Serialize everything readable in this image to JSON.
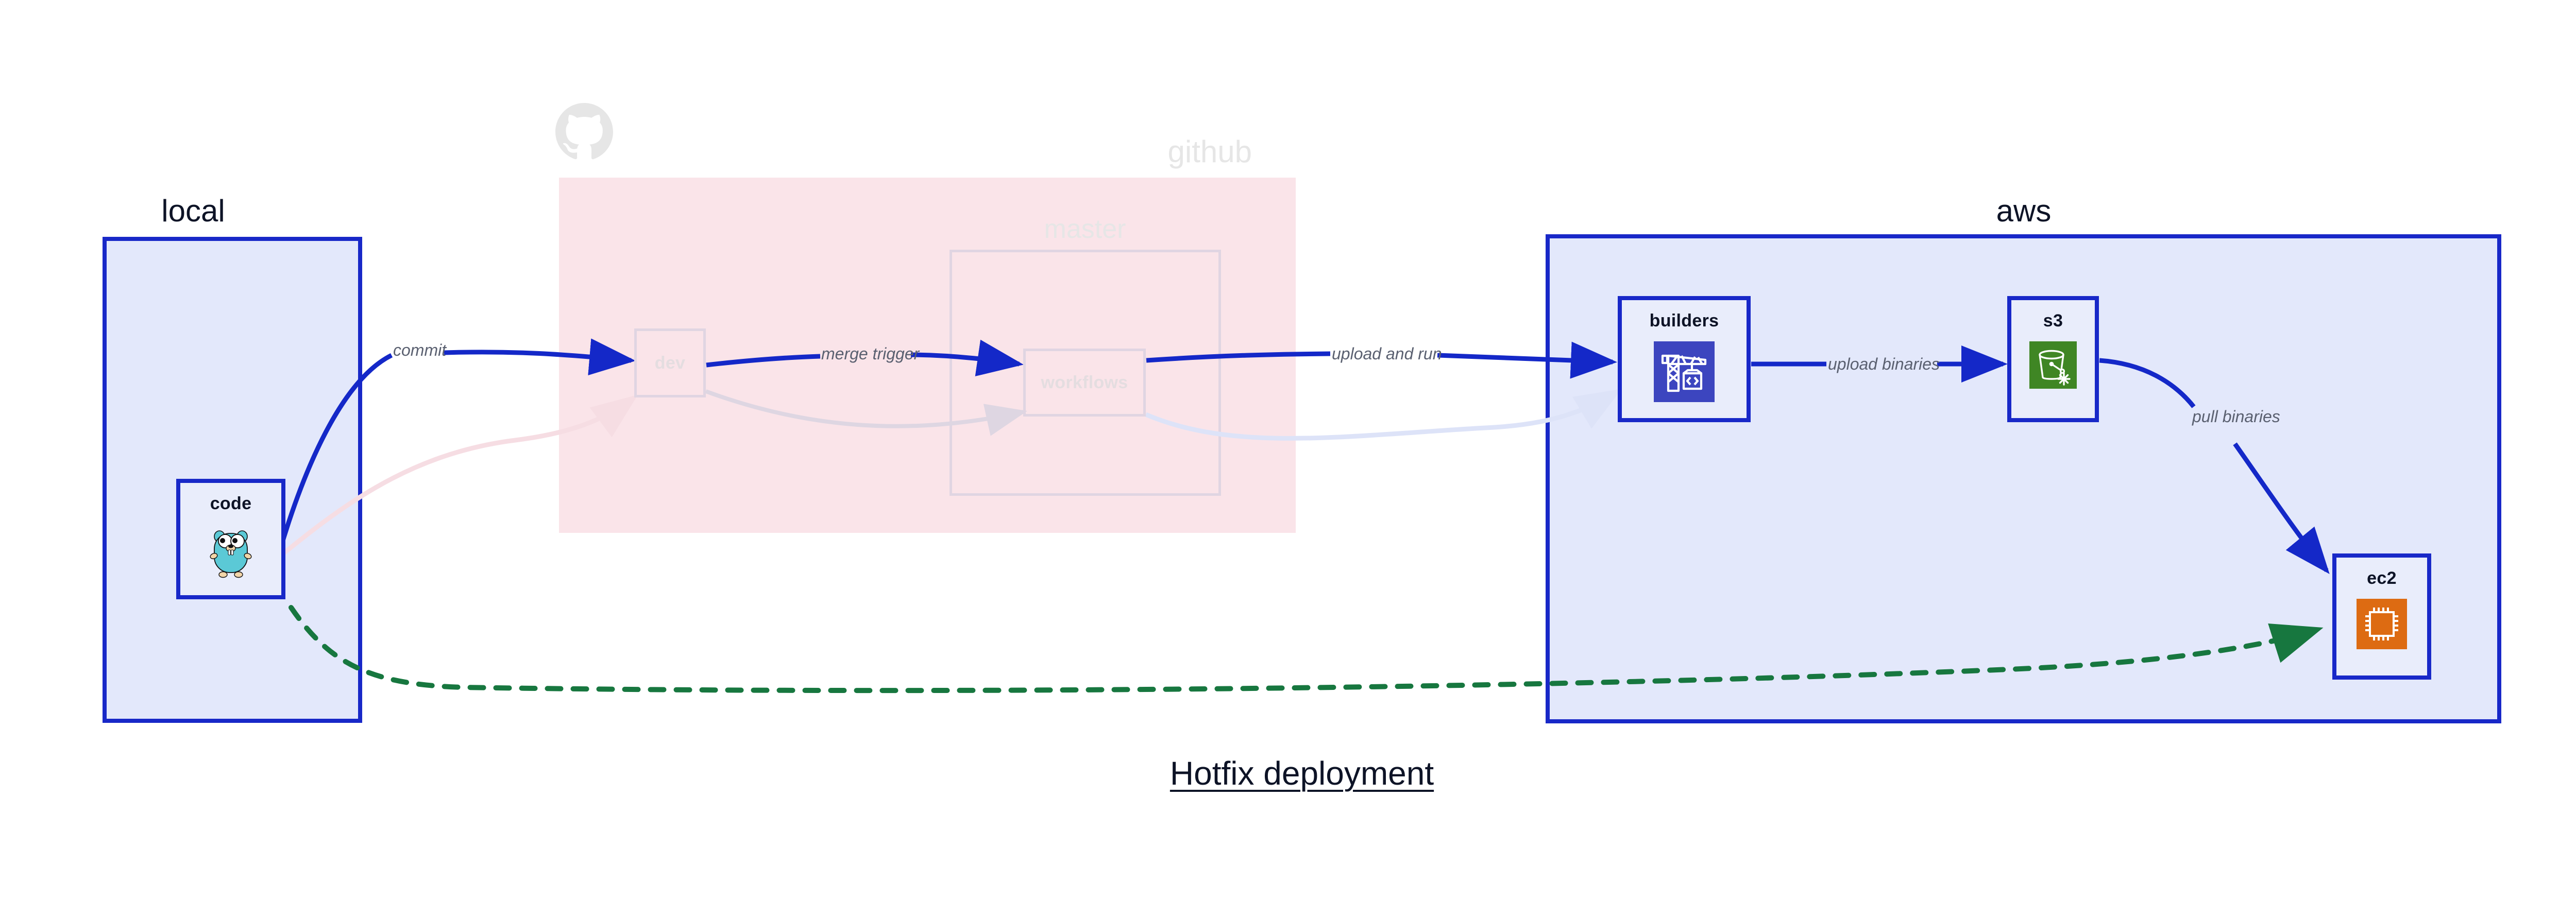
{
  "title": "Hotfix deployment",
  "groups": [
    {
      "key": "local",
      "label": "local",
      "faded": false
    },
    {
      "key": "github",
      "label": "github",
      "faded": true
    },
    {
      "key": "aws",
      "label": "aws",
      "faded": false
    }
  ],
  "github": {
    "label": "github",
    "logo_icon": "github-octocat-icon",
    "master_label": "master",
    "nodes": [
      {
        "key": "dev",
        "label": "dev",
        "faded": true
      },
      {
        "key": "workflows",
        "label": "workflows",
        "faded": true
      }
    ]
  },
  "local": {
    "label": "local",
    "nodes": [
      {
        "key": "code",
        "label": "code",
        "icon": "go-gopher-icon"
      }
    ]
  },
  "aws": {
    "label": "aws",
    "nodes": [
      {
        "key": "builders",
        "label": "builders",
        "icon": "aws-codebuild-crane-icon",
        "icon_color": "#3c45bf"
      },
      {
        "key": "s3",
        "label": "s3",
        "icon": "aws-s3-bucket-icon",
        "icon_color": "#3f8624"
      },
      {
        "key": "ec2",
        "label": "ec2",
        "icon": "aws-ec2-chip-icon",
        "icon_color": "#dd6b12"
      }
    ]
  },
  "edges": [
    {
      "key": "commit",
      "label": "commit",
      "from": "code",
      "to": "dev",
      "style": "solid",
      "color": "#1428c8"
    },
    {
      "key": "merge_trigger",
      "label": "merge trigger",
      "from": "dev",
      "to": "workflows",
      "style": "solid",
      "color": "#1428c8"
    },
    {
      "key": "upload_and_run",
      "label": "upload and run",
      "from": "workflows",
      "to": "builders",
      "style": "solid",
      "color": "#1428c8"
    },
    {
      "key": "upload_binaries",
      "label": "upload binaries",
      "from": "builders",
      "to": "s3",
      "style": "solid",
      "color": "#1428c8"
    },
    {
      "key": "pull_binaries",
      "label": "pull binaries",
      "from": "s3",
      "to": "ec2",
      "style": "solid",
      "color": "#1428c8"
    },
    {
      "key": "hotfix_direct",
      "label": "",
      "from": "code",
      "to": "ec2",
      "style": "dashed",
      "color": "#17773f"
    }
  ],
  "colors": {
    "group_fill_blue": "#e3e8fb",
    "group_fill_pink": "#fae4e9",
    "group_border_blue": "#1828c8",
    "edge_blue": "#1428c8",
    "edge_green": "#17773f",
    "faded_grey": "#e6e6e6",
    "label_grey": "#5a6070",
    "text_dark": "#0d1326"
  }
}
